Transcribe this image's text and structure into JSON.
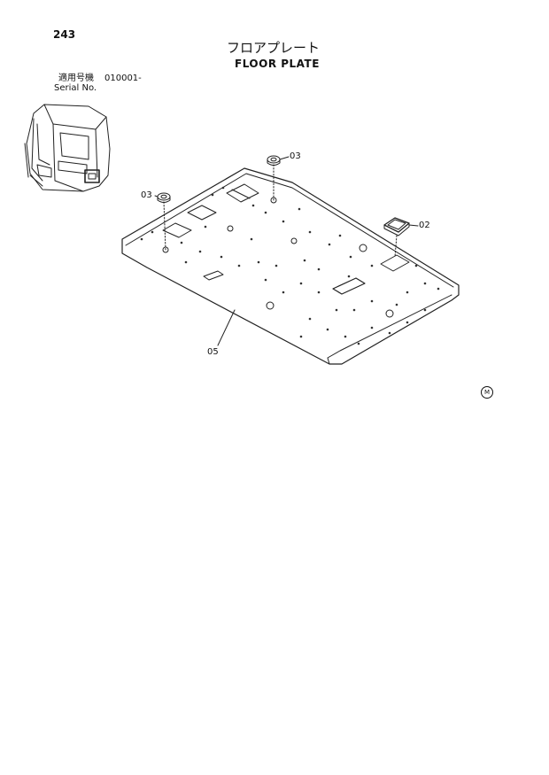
{
  "page": {
    "number": "243",
    "title_jp": "フロアプレート",
    "title_en": "FLOOR PLATE"
  },
  "serial": {
    "label_jp": "適用号機",
    "value": "010001-",
    "label_en": "Serial No."
  },
  "callouts": {
    "part_03_upper": "03",
    "part_03_left": "03",
    "part_02": "02",
    "part_05": "05"
  },
  "logo": {
    "mark": "M"
  }
}
